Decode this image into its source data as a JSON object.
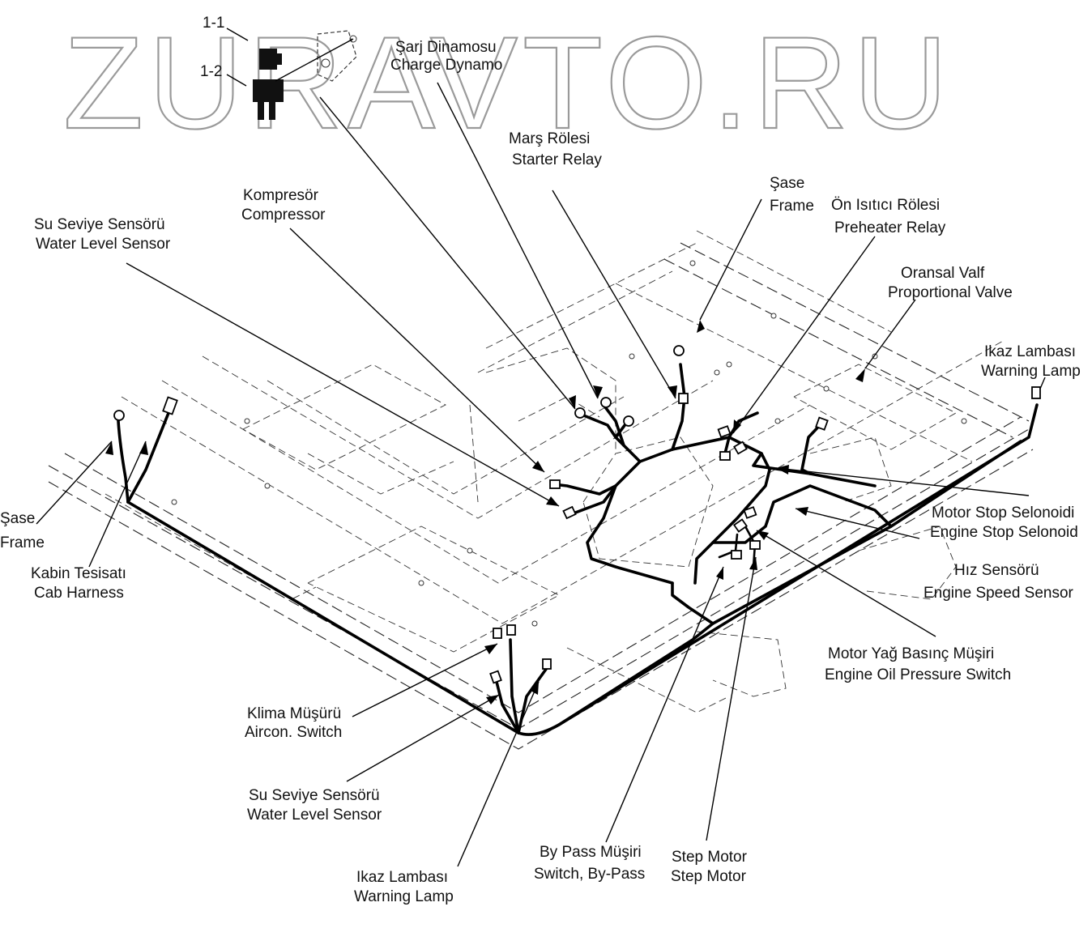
{
  "watermark": {
    "text": "ZURAVTO.RU"
  },
  "labels": [
    {
      "id": "part-1-1",
      "lines": [
        "1-1"
      ]
    },
    {
      "id": "part-1-2",
      "lines": [
        "1-2"
      ]
    },
    {
      "id": "charge-dynamo",
      "lines": [
        "Şarj Dinamosu",
        "Charge Dynamo"
      ]
    },
    {
      "id": "starter-relay",
      "lines": [
        "Marş Rölesi",
        "Starter Relay"
      ]
    },
    {
      "id": "frame-top",
      "lines": [
        "Şase",
        "Frame"
      ]
    },
    {
      "id": "preheater-relay",
      "lines": [
        "Ön Isıtıcı Rölesi",
        "Preheater Relay"
      ]
    },
    {
      "id": "compressor",
      "lines": [
        "Kompresör",
        "Compressor"
      ]
    },
    {
      "id": "water-level-sensor-top",
      "lines": [
        "Su Seviye Sensörü",
        "Water Level Sensor"
      ]
    },
    {
      "id": "proportional-valve",
      "lines": [
        "Oransal Valf",
        "Proportional Valve"
      ]
    },
    {
      "id": "warning-lamp-right",
      "lines": [
        "Ikaz Lambası",
        "Warning Lamp"
      ]
    },
    {
      "id": "frame-left",
      "lines": [
        "Şase",
        "Frame"
      ]
    },
    {
      "id": "cab-harness",
      "lines": [
        "Kabin Tesisatı",
        "Cab Harness"
      ]
    },
    {
      "id": "engine-stop-solenoid",
      "lines": [
        "Motor Stop Selonoidi",
        "Engine Stop Selonoid"
      ]
    },
    {
      "id": "engine-speed-sensor",
      "lines": [
        "Hız Sensörü",
        "Engine Speed Sensor"
      ]
    },
    {
      "id": "engine-oil-pressure-switch",
      "lines": [
        "Motor Yağ Basınç Müşiri",
        "Engine Oil Pressure Switch"
      ]
    },
    {
      "id": "aircon-switch",
      "lines": [
        "Klima Müşürü",
        "Aircon. Switch"
      ]
    },
    {
      "id": "water-level-sensor-bottom",
      "lines": [
        "Su Seviye Sensörü",
        "Water Level Sensor"
      ]
    },
    {
      "id": "warning-lamp-bottom",
      "lines": [
        "Ikaz Lambası",
        "Warning Lamp"
      ]
    },
    {
      "id": "bypass-switch",
      "lines": [
        "By Pass Müşiri",
        "Switch, By-Pass"
      ]
    },
    {
      "id": "step-motor",
      "lines": [
        "Step Motor",
        "Step Motor"
      ]
    }
  ]
}
